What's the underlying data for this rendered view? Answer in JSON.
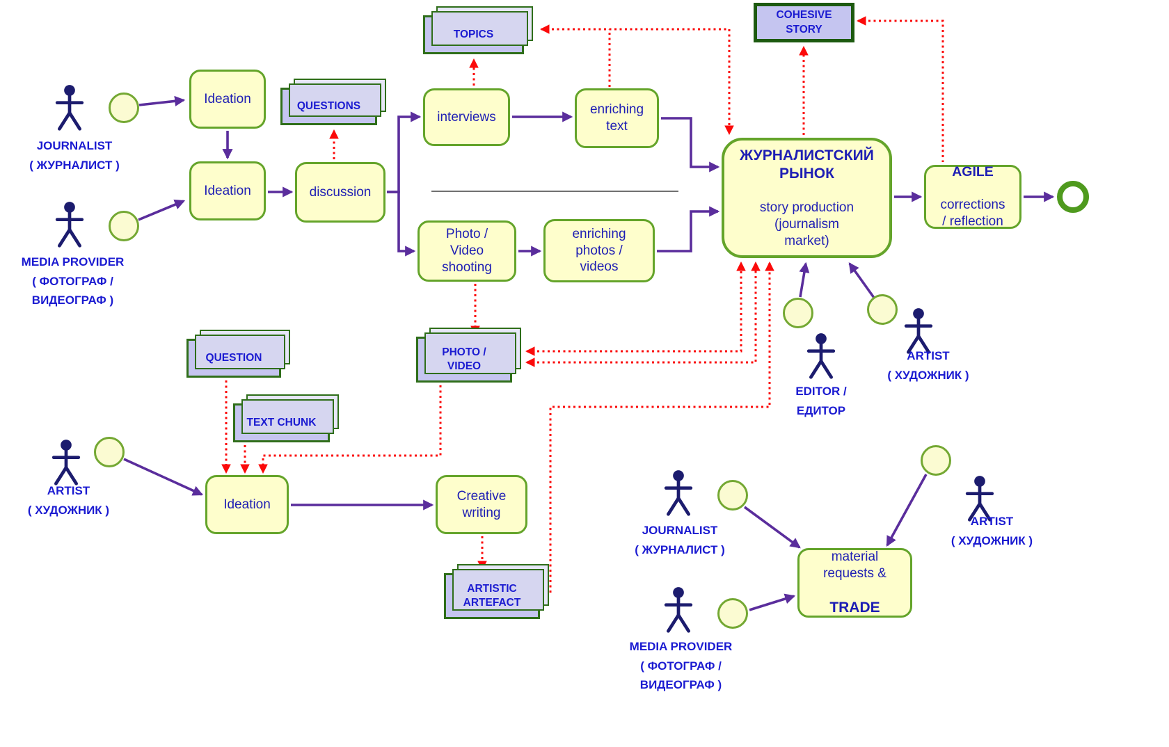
{
  "colors": {
    "activity_fill": "#FEFECC",
    "activity_border": "#64A42A",
    "artifact_fill": "#C5C5F0",
    "artifact_border": "#2F6E1A",
    "cohesive_border": "#1D5A10",
    "actor_navy": "#1C1C6E",
    "label_blue": "#1B1BD1",
    "activity_text": "#1E1EB4",
    "arrow_purple": "#5A2D9C",
    "arrow_red": "#FB0A0A"
  },
  "actors": [
    {
      "id": "journalist-top",
      "label": "JOURNALIST\n( ЖУРНАЛИСТ )"
    },
    {
      "id": "media-provider-left",
      "label": "MEDIA PROVIDER\n( ФОТОГРАФ /\nВИДЕОГРАФ )"
    },
    {
      "id": "artist-left",
      "label": "ARTIST\n( ХУДОЖНИК )"
    },
    {
      "id": "editor",
      "label": "EDITOR /\nЕДИТОР"
    },
    {
      "id": "artist-right",
      "label": "ARTIST\n( ХУДОЖНИК )"
    },
    {
      "id": "journalist-bottom",
      "label": "JOURNALIST\n( ЖУРНАЛИСТ )"
    },
    {
      "id": "media-provider-bottom",
      "label": "MEDIA PROVIDER\n( ФОТОГРАФ /\nВИДЕОГРАФ )"
    },
    {
      "id": "artist-bottom-right",
      "label": "ARTIST\n( ХУДОЖНИК )"
    }
  ],
  "activities": [
    {
      "label": "Ideation"
    },
    {
      "label": "Ideation"
    },
    {
      "label": "discussion"
    },
    {
      "label": "interviews"
    },
    {
      "label": "enriching\ntext"
    },
    {
      "label": "Photo /\nVideo\nshooting"
    },
    {
      "label": "enriching\nphotos /\nvideos"
    },
    {
      "title": "ЖУРНАЛИСТСКИЙ\nРЫНОК",
      "subtitle": "story production\n(journalism\nmarket)"
    },
    {
      "title": "AGILE",
      "subtitle": "corrections\n/ reflection"
    },
    {
      "label": "Ideation"
    },
    {
      "label": "Creative\nwriting"
    },
    {
      "prefix": "material\nrequests &",
      "emphasis": "TRADE"
    }
  ],
  "artifacts": [
    {
      "label": "TOPICS"
    },
    {
      "label": "QUESTIONS"
    },
    {
      "label": "COHESIVE\nSTORY"
    },
    {
      "label": "QUESTION"
    },
    {
      "label": "TEXT CHUNK"
    },
    {
      "label": "PHOTO /\nVIDEO"
    },
    {
      "label": "ARTISTIC\nARTEFACT"
    }
  ]
}
